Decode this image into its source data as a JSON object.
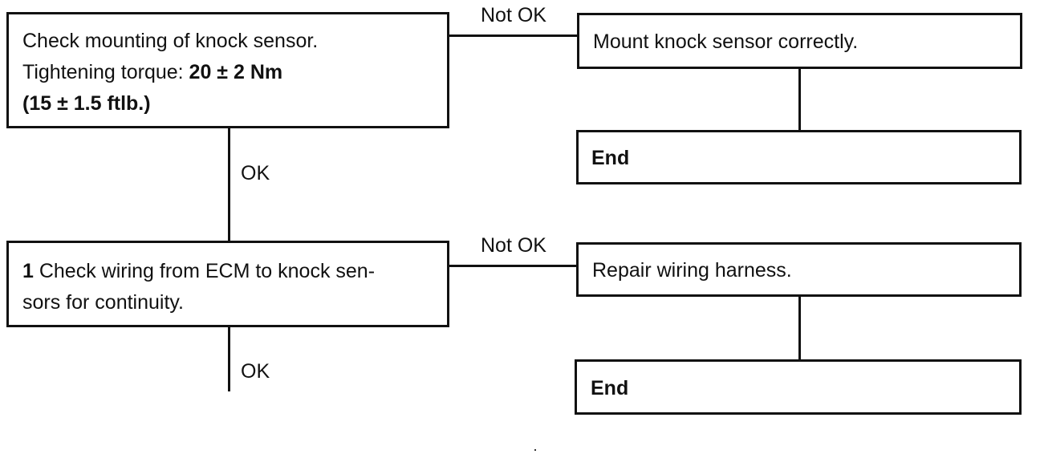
{
  "check_mounting": {
    "line1": "Check mounting of knock sensor.",
    "line2_prefix": "Tightening torque: ",
    "line2_value": "20 ± 2 Nm",
    "line3": "(15 ± 1.5 ftlb.)"
  },
  "mount_correctly": {
    "text": "Mount knock sensor correctly."
  },
  "end_1": {
    "text": "End"
  },
  "check_wiring": {
    "step": "1",
    "line1_rest": " Check wiring from ECM to knock sen-",
    "line2": "sors for continuity."
  },
  "repair_wiring": {
    "text": "Repair wiring harness."
  },
  "end_2": {
    "text": "End"
  },
  "labels": {
    "not_ok_1": "Not OK",
    "ok_1": "OK",
    "not_ok_2": "Not OK",
    "ok_2": "OK"
  }
}
